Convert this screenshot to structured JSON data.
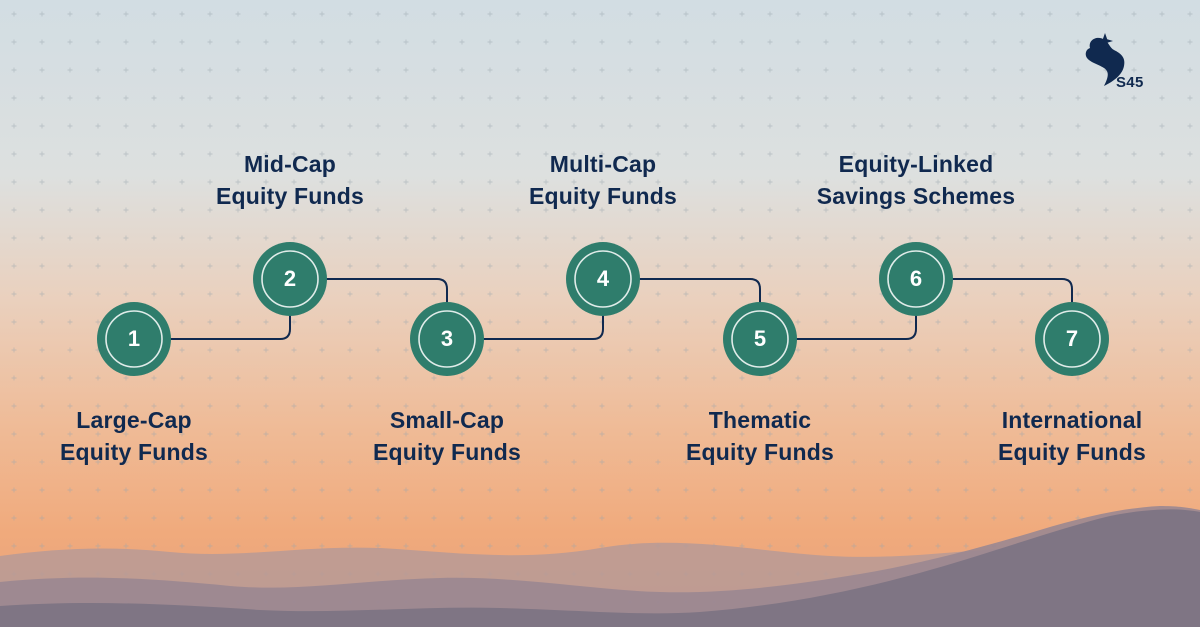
{
  "brand": {
    "logo_text": "S45"
  },
  "colors": {
    "node_fill": "#2f7d6c",
    "node_ring": "#ffffff",
    "connector": "#10294f",
    "label_text": "#10294f"
  },
  "steps": [
    {
      "number": "1",
      "line1": "Large-Cap",
      "line2": "Equity Funds"
    },
    {
      "number": "2",
      "line1": "Mid-Cap",
      "line2": "Equity Funds"
    },
    {
      "number": "3",
      "line1": "Small-Cap",
      "line2": "Equity Funds"
    },
    {
      "number": "4",
      "line1": "Multi-Cap",
      "line2": "Equity Funds"
    },
    {
      "number": "5",
      "line1": "Thematic",
      "line2": "Equity Funds"
    },
    {
      "number": "6",
      "line1": "Equity-Linked",
      "line2": "Savings Schemes"
    },
    {
      "number": "7",
      "line1": "International",
      "line2": "Equity Funds"
    }
  ]
}
